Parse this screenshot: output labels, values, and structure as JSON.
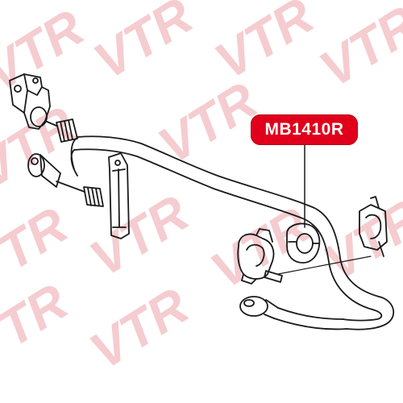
{
  "watermark": {
    "text": "VTR",
    "color": "#f4c3c8"
  },
  "callout": {
    "part_number": "MB1410R",
    "background": "#e0001b",
    "text_color": "#ffffff"
  },
  "diagram": {
    "subject": "stabilizer-bar-assembly",
    "line_color": "#1a1a1a"
  }
}
